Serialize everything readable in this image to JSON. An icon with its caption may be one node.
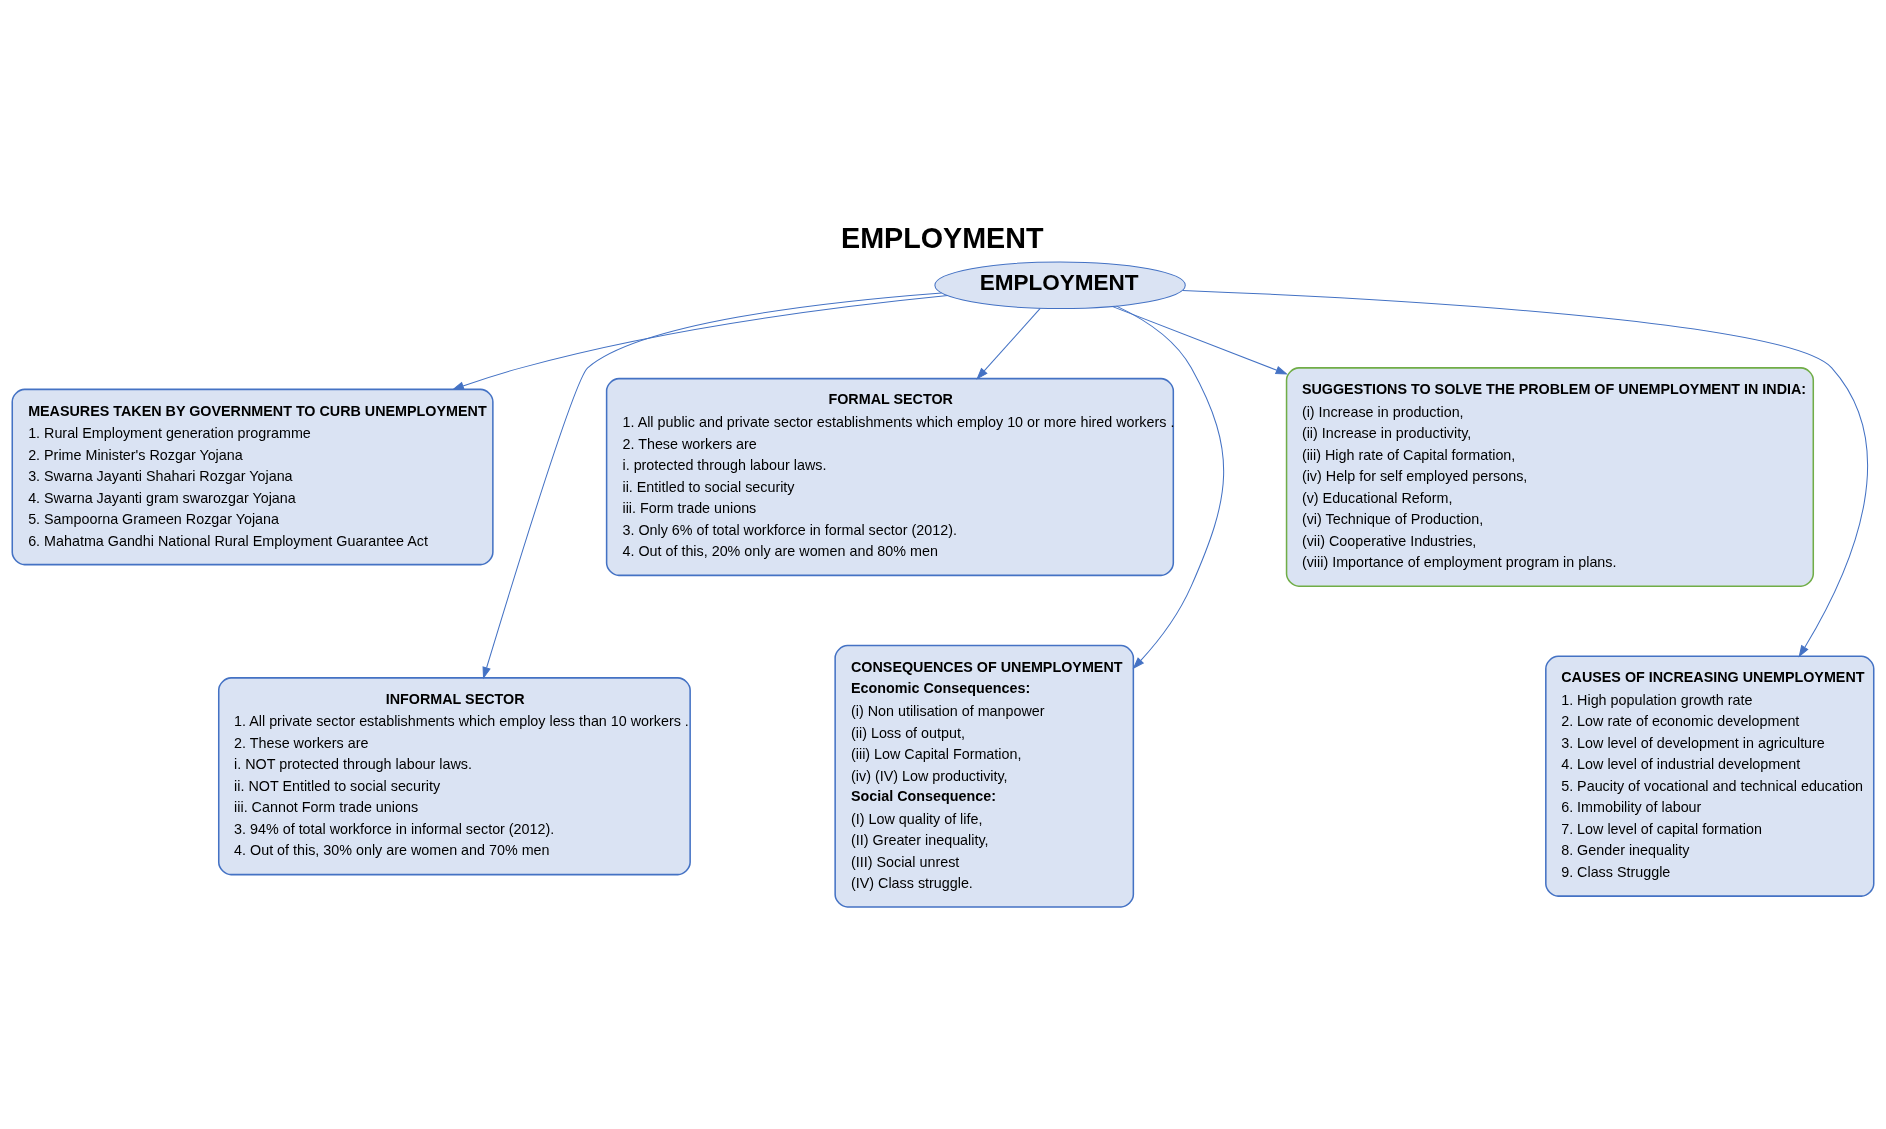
{
  "diagram": {
    "title": "EMPLOYMENT",
    "nodes": [
      {
        "text": [
          "EMPLOYMENT"
        ]
      },
      {
        "text": [
          "MEASURES TAKEN BY GOVERNMENT TO CURB UNEMPLOYMENT",
          "1. Rural Employment generation programme",
          "2. Prime Minister's Rozgar Yojana",
          "3. Swarna Jayanti Shahari Rozgar Yojana",
          "4. Swarna Jayanti gram swarozgar Yojana",
          "5. Sampoorna Grameen Rozgar Yojana",
          "6. Mahatma Gandhi National Rural Employment Guarantee Act"
        ]
      },
      {
        "text": [
          "FORMAL SECTOR",
          "1. All public and private sector establishments which employ 10 or more hired workers .",
          "2. These workers are",
          "i. protected through labour laws.",
          "ii. Entitled to social security",
          "iii. Form trade unions",
          "3. Only 6% of total workforce in formal sector (2012).",
          "4. Out of this, 20% only are women and 80% men"
        ]
      },
      {
        "text": [
          "SUGGESTIONS TO SOLVE THE PROBLEM OF UNEMPLOYMENT IN INDIA:",
          "(i) Increase in production,",
          "(ii) Increase in productivity,",
          "(iii) High rate of Capital formation,",
          "(iv) Help for self employed persons,",
          "(v) Educational Reform,",
          "(vi) Technique of Production,",
          "(vii) Cooperative Industries,",
          "(viii) Importance of employment program in plans."
        ]
      },
      {
        "text": [
          "INFORMAL SECTOR",
          "1. All private sector establishments which employ less than 10 workers .",
          "2. These workers are",
          "i. NOT protected through labour laws.",
          "ii. NOT Entitled to social security",
          "iii. Cannot Form trade unions",
          "3. 94% of total workforce in informal sector (2012).",
          "4. Out of this, 30% only are women and 70% men"
        ]
      },
      {
        "text": [
          "CONSEQUENCES OF UNEMPLOYMENT",
          "Economic Consequences:",
          "(i) Non utilisation of manpower",
          "(ii) Loss of output,",
          "(iii) Low Capital Formation,",
          "(iv) (IV) Low productivity,",
          "Social Consequence:",
          "(I) Low quality of life,",
          "(II) Greater inequality,",
          "(III) Social unrest",
          "(IV) Class struggle."
        ]
      },
      {
        "text": [
          "CAUSES OF INCREASING UNEMPLOYMENT",
          "1. High population growth rate",
          "2. Low rate of economic development",
          "3. Low level of development in agriculture",
          "4. Low level of industrial development",
          "5. Paucity of vocational and technical education",
          "6. Immobility of labour",
          "7. Low level of capital formation",
          "8. Gender inequality",
          "9. Class Struggle"
        ]
      }
    ],
    "edges": [
      {
        "from": 0,
        "to": 1,
        "arrow": "to"
      },
      {
        "from": 0,
        "to": 2,
        "arrow": "to"
      },
      {
        "from": 0,
        "to": 3,
        "arrow": "to"
      },
      {
        "from": 0,
        "to": 4,
        "arrow": "to"
      },
      {
        "from": 0,
        "to": 5,
        "arrow": "to"
      },
      {
        "from": 0,
        "to": 6,
        "arrow": "to"
      }
    ]
  }
}
